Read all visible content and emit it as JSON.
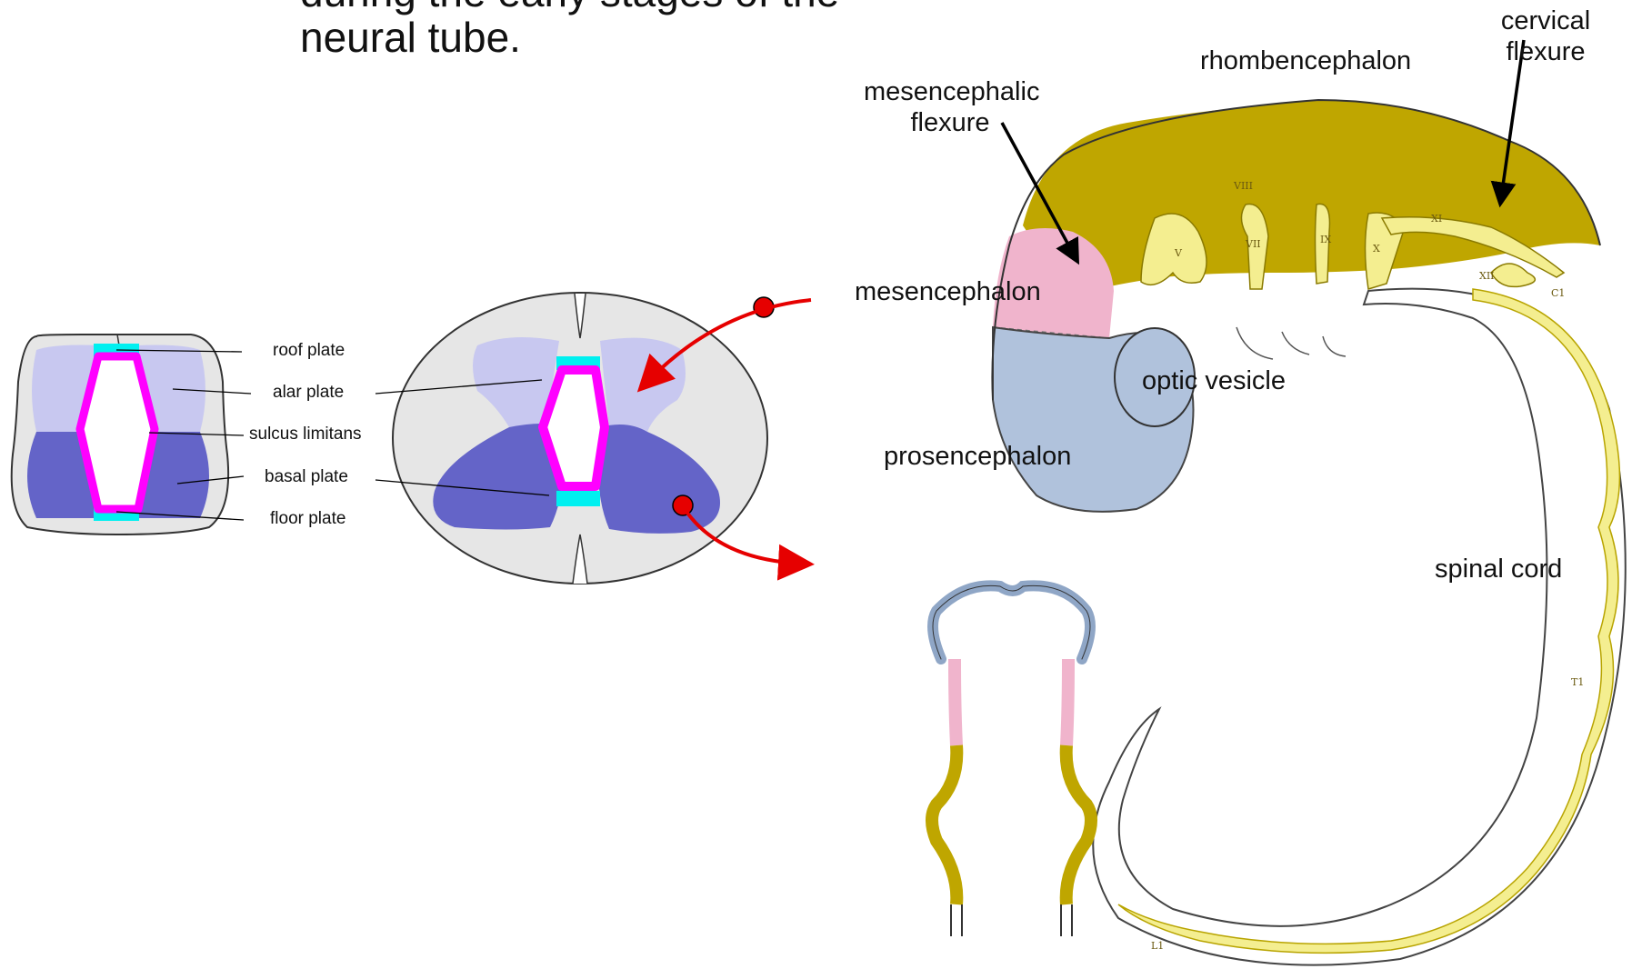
{
  "heading": {
    "line1_partial": "during the early stages of the",
    "line2": "neural tube."
  },
  "small_section_labels": {
    "roof_plate": "roof plate",
    "alar_plate": "alar plate",
    "sulcus_limitans": "sulcus limitans",
    "basal_plate": "basal plate",
    "floor_plate": "floor plate"
  },
  "brain_labels": {
    "cervical_flexure_1": "cervical",
    "cervical_flexure_2": "flexure",
    "rhombencephalon": "rhombencephalon",
    "mesencephalic_flexure_1": "mesencephalic",
    "mesencephalic_flexure_2": "flexure",
    "mesencephalon": "mesencephalon",
    "optic_vesicle": "optic vesicle",
    "prosencephalon": "prosencephalon",
    "spinal_cord": "spinal cord"
  },
  "nerve_labels": [
    "VIII",
    "V",
    "VII",
    "IX",
    "X",
    "XI",
    "XII",
    "C1",
    "T1",
    "L1"
  ],
  "colors": {
    "alar": "#c8c8f0",
    "basal": "#6464c8",
    "roof_floor": "#00f0f0",
    "sulcus_ring": "#ff00ff",
    "section_bg": "#e6e6e6",
    "rhombencephalon": "#bfa600",
    "mesencephalon": "#f0b4cc",
    "prosencephalon": "#b0c2dc",
    "nerve_yellow": "#f4ee90",
    "arrow_red": "#e60000"
  }
}
